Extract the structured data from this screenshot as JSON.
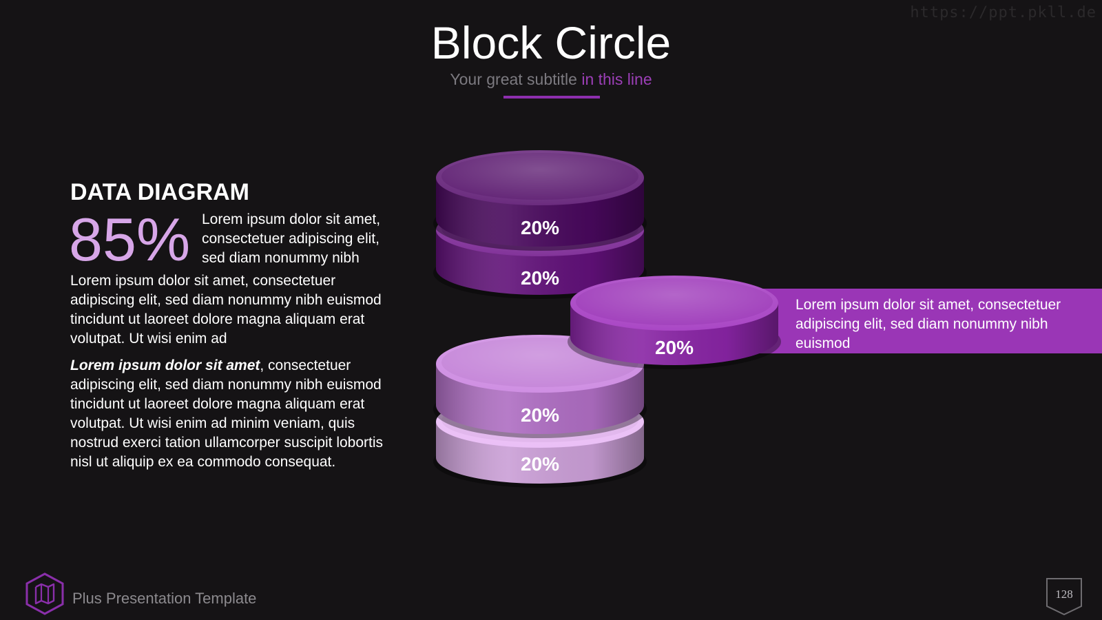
{
  "watermark": "https://ppt.pkll.de",
  "header": {
    "title": "Block Circle",
    "subtitle_main": "Your great subtitle ",
    "subtitle_highlight": "in this line"
  },
  "left_panel": {
    "heading": "DATA DIAGRAM",
    "big_percent": "85%",
    "side_text": "Lorem ipsum dolor sit amet, consectetuer adipiscing elit, sed diam nonummy nibh",
    "paragraph1": "Lorem ipsum dolor sit amet, consectetuer adipiscing elit, sed diam nonummy nibh euismod tincidunt ut laoreet dolore magna aliquam erat volutpat. Ut wisi enim ad",
    "paragraph2_lead": "Lorem ipsum dolor sit amet",
    "paragraph2_rest": ", consectetuer adipiscing elit, sed diam nonummy nibh euismod tincidunt ut laoreet dolore magna aliquam erat volutpat. Ut wisi enim ad minim veniam, quis nostrud exerci tation ullamcorper suscipit lobortis nisl ut aliquip ex ea commodo consequat."
  },
  "diagram": {
    "discs": [
      {
        "label": "20%",
        "color": "#5a1a6e"
      },
      {
        "label": "20%",
        "color": "#72228a"
      },
      {
        "label": "20%",
        "color": "#9a36b6"
      },
      {
        "label": "20%",
        "color": "#c07fd4"
      },
      {
        "label": "20%",
        "color": "#dcb0e8"
      }
    ],
    "callout_text": "Lorem ipsum dolor sit amet, consectetuer adipiscing elit, sed diam nonummy nibh euismod"
  },
  "footer": {
    "brand": "Plus Presentation Template",
    "page_number": "128",
    "logo_icon": "map-icon"
  }
}
